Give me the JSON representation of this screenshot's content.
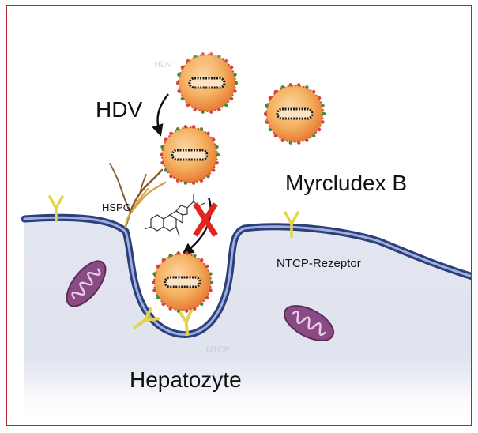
{
  "figure": {
    "labels": {
      "hdv": "HDV",
      "hdv_ghost": "HDV",
      "myrcludex": "Myrcludex B",
      "hspg": "HSPG",
      "ntcp_receptor": "NTCP-Rezeptor",
      "ntcp_ghost": "NTCP",
      "hepatocyte": "Hepatozyte"
    },
    "colors": {
      "frame": "#b3262b",
      "membrane": "#2b3f7a",
      "cell_interior": "#dde1ee",
      "virion_core": "#f2a64a",
      "virion_spikes": "#d2453a",
      "receptor": "#e3d44a",
      "mitochondrion": "#8a4a83",
      "block_x": "#e0261e"
    },
    "icons": [
      "hdv-virion-icon",
      "ntcp-receptor-icon",
      "hspg-icon",
      "myrcludex-molecule-icon",
      "mitochondrion-icon",
      "block-x-icon",
      "arrow-icon"
    ]
  }
}
